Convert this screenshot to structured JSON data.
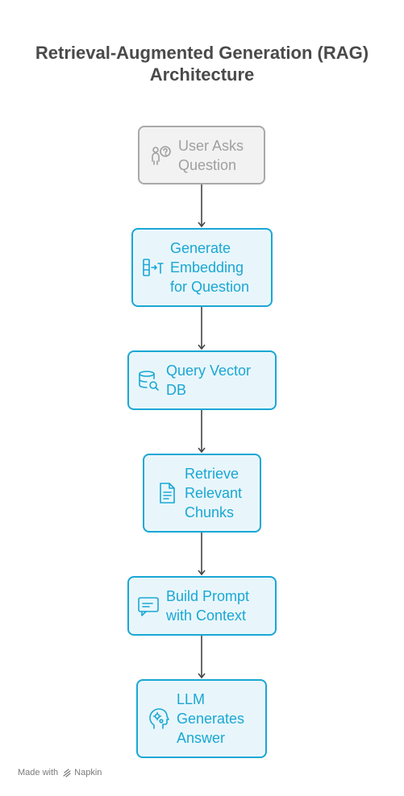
{
  "title": {
    "line1": "Retrieval-Augmented Generation (RAG)",
    "line2": "Architecture"
  },
  "steps": [
    {
      "id": "ask",
      "icon": "user-question-icon",
      "lines": [
        "User Asks",
        "Question"
      ],
      "style": "gray"
    },
    {
      "id": "embed",
      "icon": "embedding-icon",
      "lines": [
        "Generate",
        "Embedding",
        "for Question"
      ],
      "style": "blue"
    },
    {
      "id": "query",
      "icon": "database-search-icon",
      "lines": [
        "Query Vector",
        "DB"
      ],
      "style": "blue"
    },
    {
      "id": "retrieve",
      "icon": "document-icon",
      "lines": [
        "Retrieve",
        "Relevant",
        "Chunks"
      ],
      "style": "blue"
    },
    {
      "id": "prompt",
      "icon": "chat-bubble-icon",
      "lines": [
        "Build Prompt",
        "with Context"
      ],
      "style": "blue"
    },
    {
      "id": "llm",
      "icon": "brain-gears-icon",
      "lines": [
        "LLM",
        "Generates",
        "Answer"
      ],
      "style": "blue"
    }
  ],
  "footer": {
    "made_with": "Made with",
    "brand": "Napkin"
  },
  "colors": {
    "accent": "#1aa7d4",
    "accent_bg": "#e8f6fb",
    "muted": "#a0a0a0",
    "arrow": "#444444"
  }
}
